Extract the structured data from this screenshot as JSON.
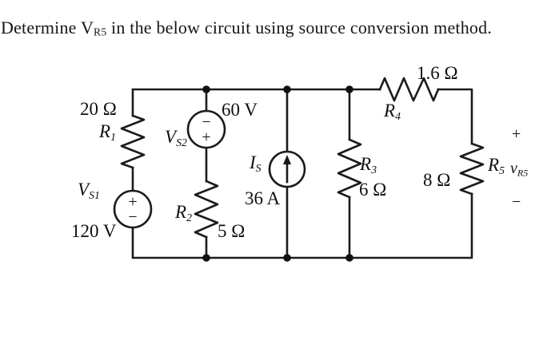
{
  "colors": {
    "ink": "#1b1b1b",
    "background": "#ffffff"
  },
  "header": {
    "clipped_marks": [
      "···",
      "···"
    ]
  },
  "title": {
    "prefix": "Determine V",
    "subscript": "R5",
    "suffix": " in the below circuit using source conversion method."
  },
  "circuit": {
    "components": {
      "r1": {
        "sym": "R",
        "sub": "1",
        "value": "20 Ω"
      },
      "r2": {
        "sym": "R",
        "sub": "2",
        "value": "5 Ω"
      },
      "r3": {
        "sym": "R",
        "sub": "3",
        "value": "6 Ω"
      },
      "r4": {
        "sym": "R",
        "sub": "4",
        "value": "1.6 Ω"
      },
      "r5": {
        "sym": "R",
        "sub": "5",
        "value": "8 Ω"
      },
      "vs1": {
        "sym": "V",
        "sub": "S1",
        "value": "120 V",
        "polarity_top": "+",
        "polarity_bottom": "−"
      },
      "vs2": {
        "sym": "V",
        "sub": "S2",
        "value": "60 V",
        "polarity_top": "−",
        "polarity_bottom": "+"
      },
      "is": {
        "sym": "I",
        "sub": "S",
        "value": "36 A",
        "arrow": "up"
      }
    },
    "measurement": {
      "plus": "+",
      "sym": "v",
      "sub": "R5",
      "minus": "−"
    }
  }
}
